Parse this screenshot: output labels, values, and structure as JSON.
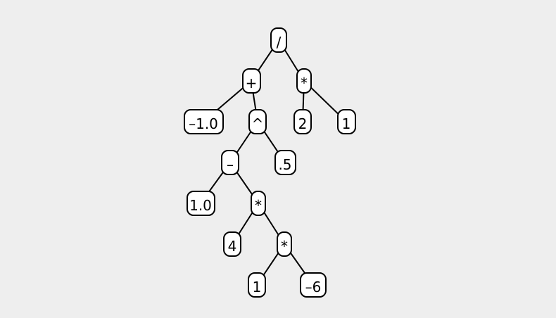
{
  "tree": {
    "root": {
      "label": "/",
      "children": [
        {
          "label": "+",
          "children": [
            {
              "label": "–1.0",
              "children": []
            },
            {
              "label": "^",
              "children": [
                {
                  "label": "–",
                  "children": [
                    {
                      "label": "1.0",
                      "children": []
                    },
                    {
                      "label": "*",
                      "children": [
                        {
                          "label": "4",
                          "children": []
                        },
                        {
                          "label": "*",
                          "children": [
                            {
                              "label": "1",
                              "children": []
                            },
                            {
                              "label": "–6",
                              "children": []
                            }
                          ]
                        }
                      ]
                    }
                  ]
                },
                {
                  "label": ".5",
                  "children": []
                }
              ]
            }
          ]
        },
        {
          "label": "*",
          "children": [
            {
              "label": "2",
              "children": []
            },
            {
              "label": "1",
              "children": []
            }
          ]
        }
      ]
    }
  }
}
